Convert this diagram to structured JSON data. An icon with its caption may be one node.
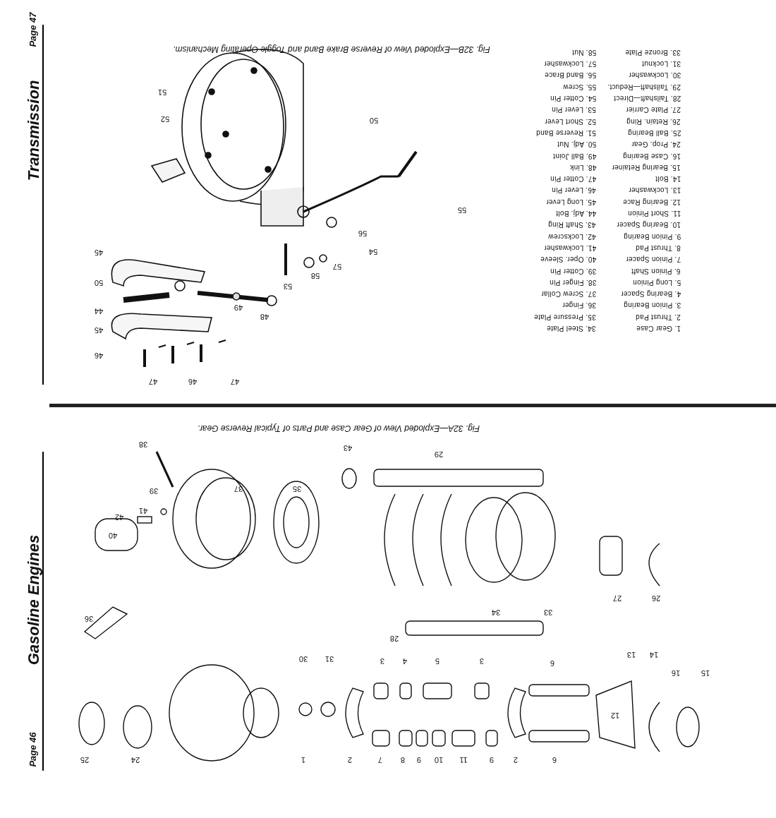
{
  "diagram": {
    "labels": [
      "Page 47",
      "Transmission",
      "Fig. 32B—Exploded View of Reverse Brake Band and Toggle Operating Mechanism.",
      "1. Gear Case",
      "2. Thrust Pad",
      "3. Pinion Bearing",
      "4. Bearing Spacer",
      "5. Long Pinion",
      "6. Pinion Shaft",
      "7. Pinion Spacer",
      "8. Thrust Pad",
      "9. Pinion Bearing",
      "10. Bearing Spacer",
      "11. Short Pinion",
      "12. Bearing Race",
      "13. Lockwasher",
      "14. Bolt",
      "15. Bearing Retainer",
      "16. Case Bearing",
      "24. Prop. Gear",
      "25. Ball Bearing",
      "26. Retain. Ring",
      "27. Plate Carrier",
      "28. Tailshaft—Direct",
      "29. Tailshaft—Reduct.",
      "30. Lockwasher",
      "31. Locknut",
      "33. Bronze Plate",
      "34. Steel Plate",
      "35. Pressure Plate",
      "36. Finger",
      "37. Screw Collar",
      "38. Finger Pin",
      "39. Cotter Pin",
      "40. Oper. Sleeve",
      "41. Lockwasher",
      "42. Lockscrew",
      "43. Shaft Ring",
      "44. Adj. Bolt",
      "45. Long Lever",
      "46. Lever Pin",
      "47. Cotter Pin",
      "48. Link",
      "49. Ball Joint",
      "50. Adj. Nut",
      "51. Reverse Band",
      "52. Short Lever",
      "53. Lever Pin",
      "54. Cotter Pin",
      "55. Screw",
      "56. Band Brace",
      "57. Lockwasher",
      "58. Nut",
      "51",
      "52",
      "50",
      "55",
      "56",
      "54",
      "57",
      "58",
      "53",
      "48",
      "49",
      "45",
      "50",
      "44",
      "45",
      "46",
      "47",
      "46",
      "47",
      "Fig. 32A—Exploded View of Gear Case and Parts of Typical Reverse Gear.",
      "38",
      "43",
      "29",
      "39",
      "37",
      "35",
      "41",
      "42",
      "40",
      "36",
      "34",
      "33",
      "27",
      "26",
      "28",
      "30",
      "31",
      "3",
      "4",
      "5",
      "3",
      "6",
      "13",
      "14",
      "16",
      "15",
      "12",
      "25",
      "24",
      "1",
      "2",
      "7",
      "8",
      "9",
      "10",
      "11",
      "9",
      "2",
      "6",
      "Gasoline Engines",
      "Page 46"
    ]
  }
}
